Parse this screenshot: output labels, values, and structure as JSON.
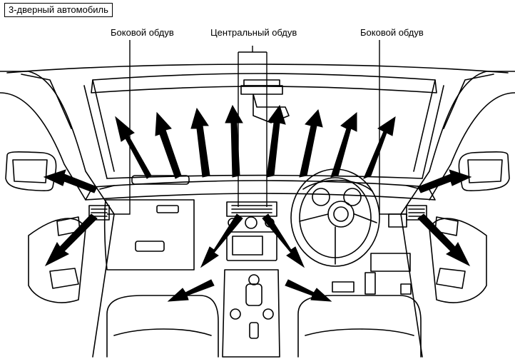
{
  "title": "3-дверный автомобиль",
  "labels": {
    "side_left": "Боковой обдув",
    "center": "Центральный обдув",
    "side_right": "Боковой обдув"
  }
}
